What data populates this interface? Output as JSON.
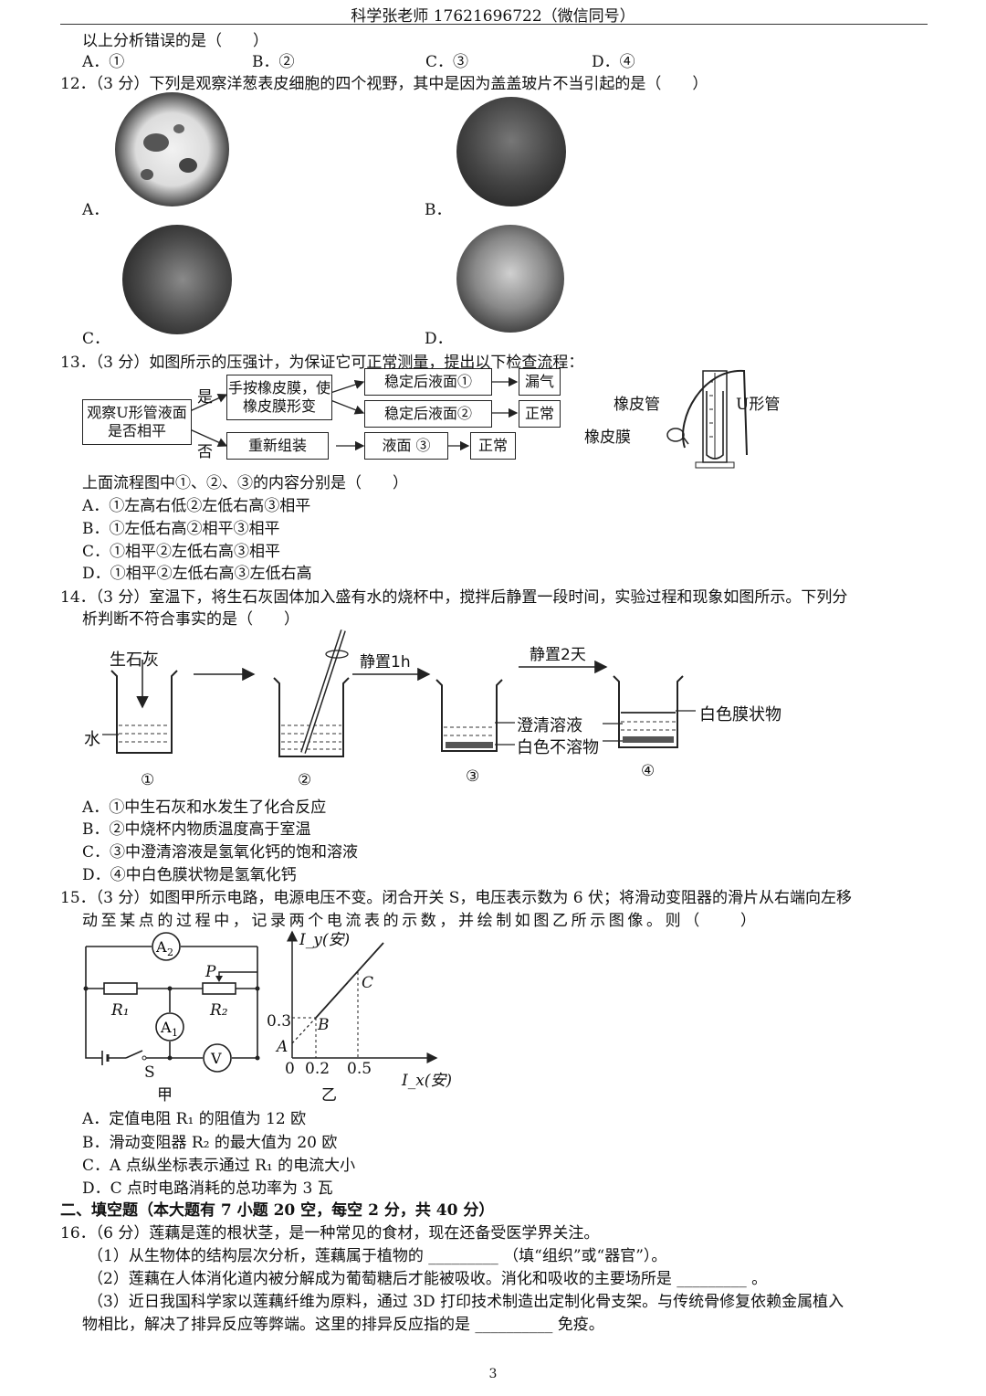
{
  "header": "科学张老师 17621696722（微信同号）",
  "q11": {
    "stem": "以上分析错误的是（　　）",
    "options": [
      "A．①",
      "B．②",
      "C．③",
      "D．④"
    ]
  },
  "q12": {
    "stem": "12．（3 分）下列是观察洋葱表皮细胞的四个视野，其中是因为盖盖玻片不当引起的是（　　）",
    "options": [
      "A．",
      "B．",
      "C．",
      "D．"
    ]
  },
  "q13": {
    "stem": "13．（3 分）如图所示的压强计，为保证它可正常测量，提出以下检查流程：",
    "flow": {
      "observe": "观察U形管液面是否相平",
      "yes": "是",
      "no": "否",
      "press": "手按橡皮膜，使橡皮膜形变",
      "stable1": "稳定后液面①",
      "stable2": "稳定后液面②",
      "reassemble": "重新组装",
      "liquid3": "液面 ③",
      "leak": "漏气",
      "normal1": "正常",
      "normal2": "正常"
    },
    "figure": {
      "rubber_tube": "橡皮管",
      "u_tube": "U形管",
      "rubber_membrane": "橡皮膜"
    },
    "question": "上面流程图中①、②、③的内容分别是（　　）",
    "options": [
      "A．①左高右低②左低右高③相平",
      "B．①左低右高②相平③相平",
      "C．①相平②左低右高③相平",
      "D．①相平②左低右高③左低右高"
    ]
  },
  "q14": {
    "stem1": "14．（3 分）室温下，将生石灰固体加入盛有水的烧杯中，搅拌后静置一段时间，实验过程和现象如图所示。下列分",
    "stem2": "析判断不符合事实的是（　　）",
    "figure": {
      "quicklime": "生石灰",
      "water": "水",
      "rest1h": "静置1h",
      "rest2d": "静置2天",
      "clear": "澄清溶液",
      "white_insoluble": "白色不溶物",
      "white_film": "白色膜状物",
      "labels": [
        "①",
        "②",
        "③",
        "④"
      ]
    },
    "options": [
      "A．①中生石灰和水发生了化合反应",
      "B．②中烧杯内物质温度高于室温",
      "C．③中澄清溶液是氢氧化钙的饱和溶液",
      "D．④中白色膜状物是氢氧化钙"
    ]
  },
  "q15": {
    "stem1": "15．（3 分）如图甲所示电路，电源电压不变。闭合开关 S，电压表示数为 6 伏；将滑动变阻器的滑片从右端向左移",
    "stem2": "动至某点的过程中，记录两个电流表的示数，并绘制如图乙所示图像。则（　　）",
    "circuit": {
      "a2": "A₂",
      "a1": "A₁",
      "v": "V",
      "p": "P",
      "r1": "R₁",
      "r2": "R₂",
      "s": "S",
      "caption": "甲"
    },
    "graph": {
      "y_label": "I_y(安)",
      "x_label": "I_x(安)",
      "caption": "乙",
      "y_tick": "0.3",
      "x_ticks": [
        "0.2",
        "0.5"
      ],
      "origin": "0",
      "points": [
        "A",
        "B",
        "C"
      ]
    },
    "options": [
      "A．定值电阻 R₁ 的阻值为 12 欧",
      "B．滑动变阻器 R₂ 的最大值为 20 欧",
      "C．A 点纵坐标表示通过 R₁ 的电流大小",
      "D．C 点时电路消耗的总功率为 3 瓦"
    ]
  },
  "section2": "二、填空题（本大题有 7 小题 20 空，每空 2 分，共 40 分）",
  "q16": {
    "stem": "16．（6 分）莲藕是莲的根状茎，是一种常见的食材，现在还备受医学界关注。",
    "p1": "（1）从生物体的结构层次分析，莲藕属于植物的 _________ （填“组织”或“器官”）。",
    "p2": "（2）莲藕在人体消化道内被分解成为葡萄糖后才能被吸收。消化和吸收的主要场所是 _________ 。",
    "p3a": "（3）近日我国科学家以莲藕纤维为原料，通过 3D 打印技术制造出定制化骨支架。与传统骨修复依赖金属植入",
    "p3b": "物相比，解决了排异反应等弊端。这里的排异反应指的是 __________ 免疫。"
  },
  "page_number": "3"
}
